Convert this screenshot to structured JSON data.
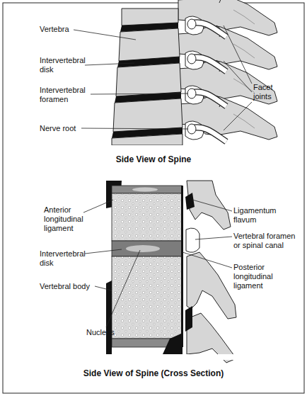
{
  "diagram": {
    "labels": [
      "Vertebra",
      "Intervertebral disk",
      "Intervertebral foramen",
      "Nerve root",
      "Facet joints",
      "Side View of Spine",
      "Anterior longitudinal ligament",
      "Ligamentum flavum",
      "Vertebral foramen or spinal canal",
      "Intervertebral disk",
      "Posterior longitudinal ligament",
      "Vertebral body",
      "Nucleus",
      "Side View of Spine (Cross Section)"
    ]
  }
}
